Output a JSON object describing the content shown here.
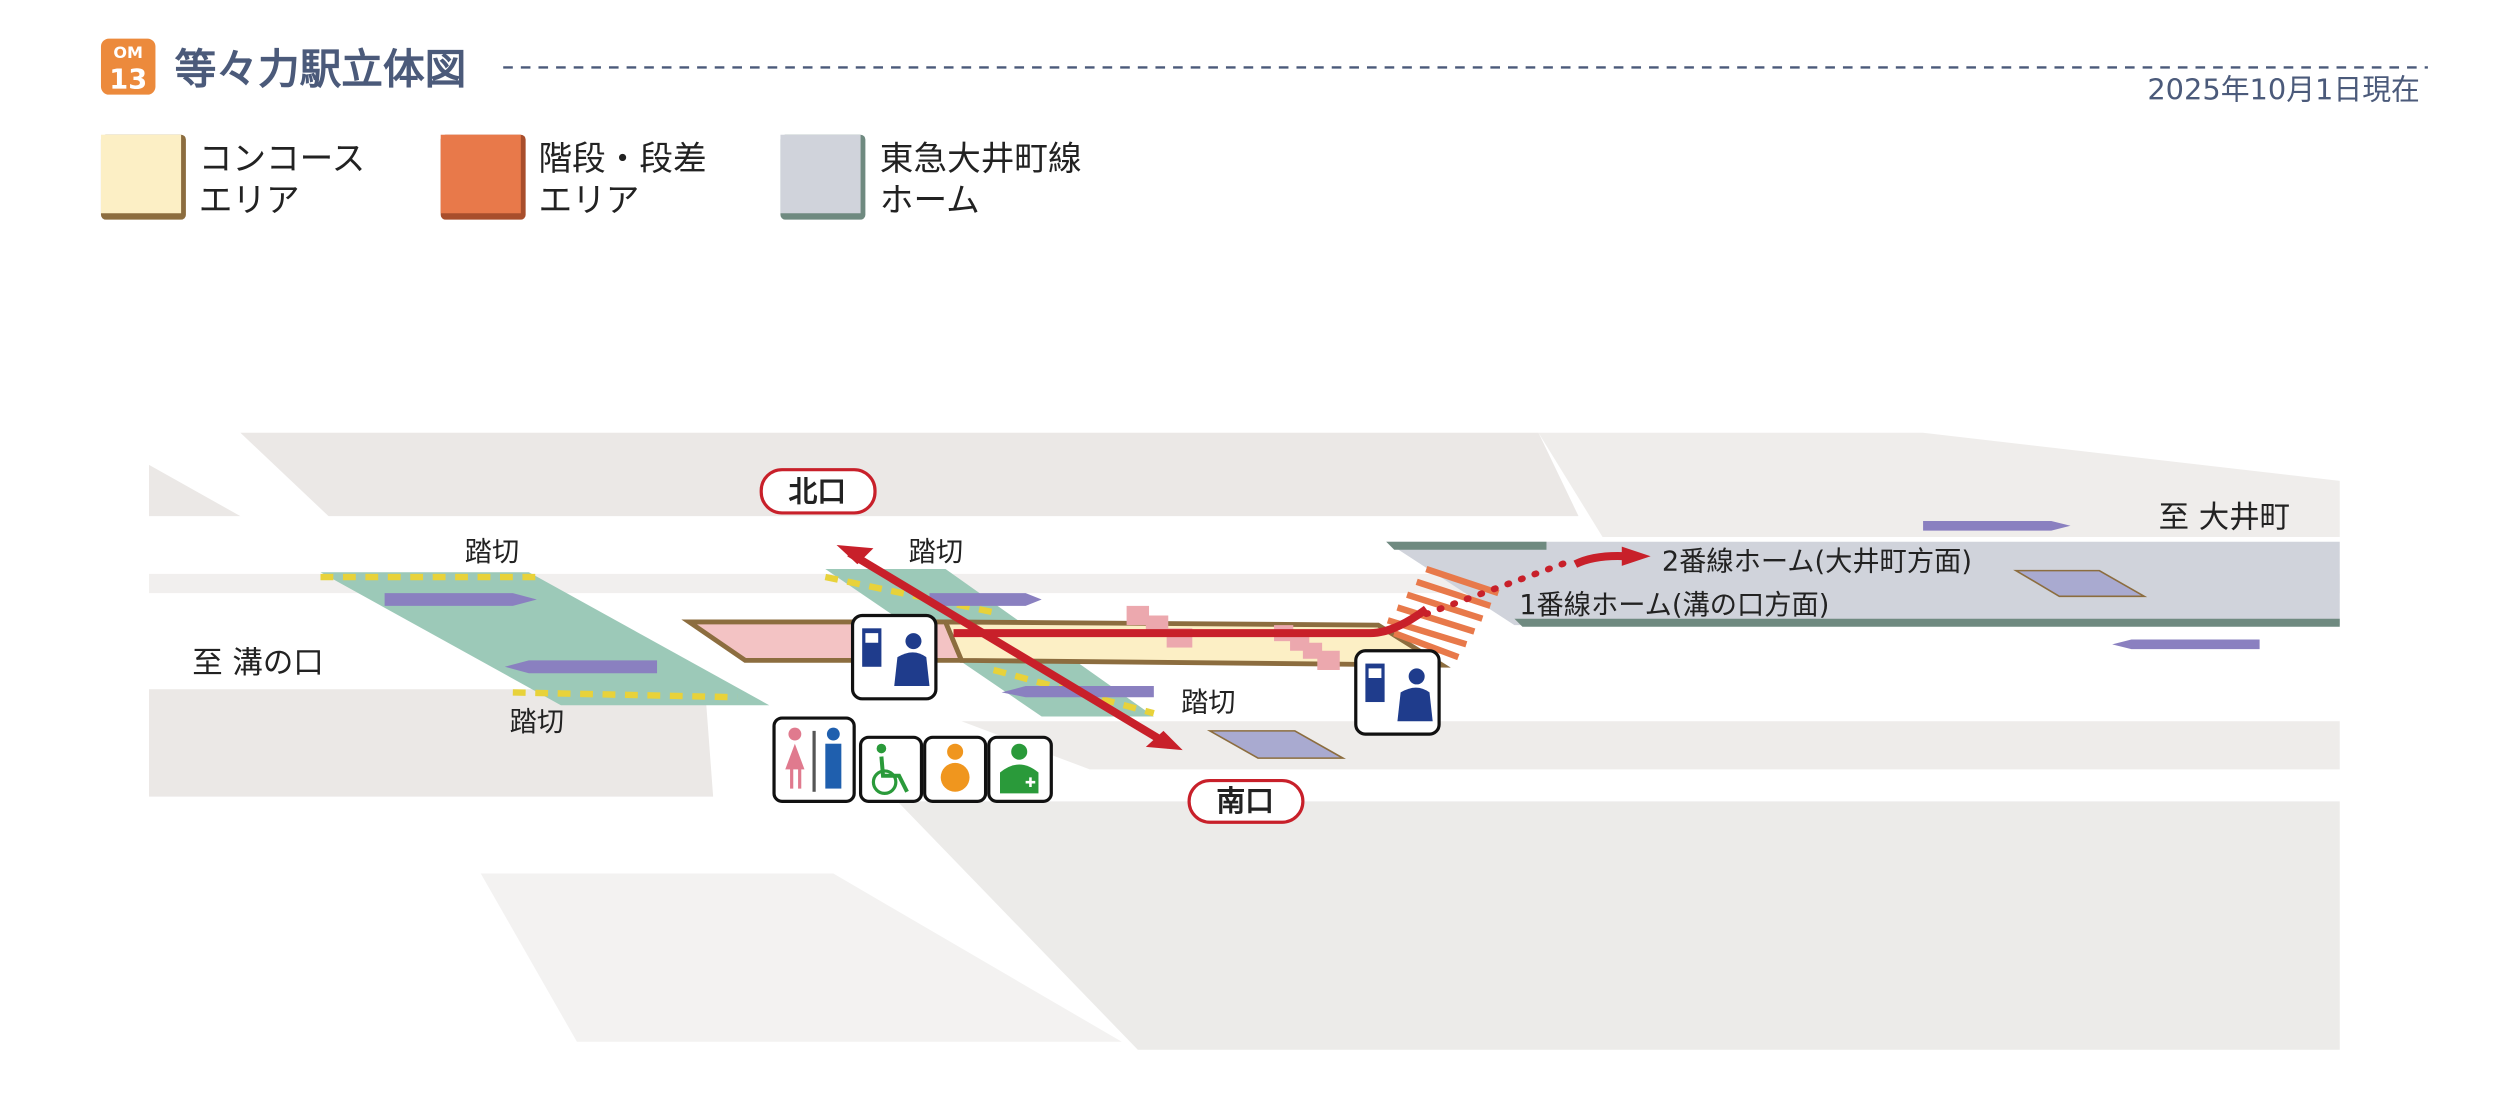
{
  "header": {
    "station_badge_line": "OM",
    "station_badge_number": "13",
    "title": "等々力駅立体図",
    "date": "2025年10月1日現在"
  },
  "legend": [
    {
      "line1": "コンコース",
      "line2": "エリア",
      "color": "#fcefc5",
      "edge": "#8c6d3f"
    },
    {
      "line1": "階段・段差",
      "line2": "エリア",
      "color": "#e8794a",
      "edge": "#a84e2c"
    },
    {
      "line1": "東急大井町線",
      "line2": "ホーム",
      "color": "#d0d3db",
      "edge": "#6f8a80"
    }
  ],
  "map": {
    "exits": {
      "north": "北口",
      "south": "南口"
    },
    "crossing_label": "踏切",
    "direction_west": "至 溝の口",
    "direction_east": "至 大井町",
    "platform_2": "2番線ホーム(大井町方面)",
    "platform_1": "1番線ホーム(溝の口方面)",
    "icons": [
      "ticket-office-icon",
      "toilet-icon",
      "wheelchair-icon",
      "baby-care-icon",
      "first-aid-icon"
    ]
  },
  "colors": {
    "accent": "#c8202a",
    "title": "#4b5a7a",
    "badge": "#ec8a3c"
  }
}
